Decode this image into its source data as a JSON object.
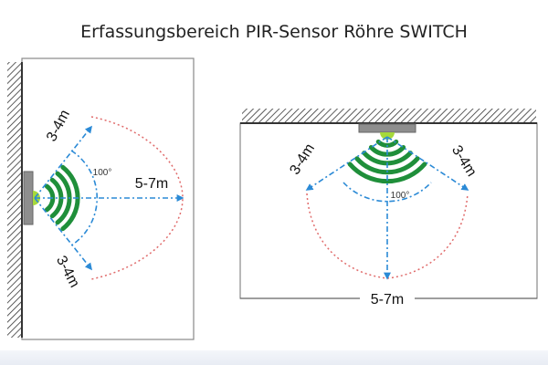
{
  "title": "Erfassungsbereich PIR-Sensor Röhre SWITCH",
  "left_diagram": {
    "radius_upper": "3-4m",
    "radius_lower": "3-4m",
    "range": "5-7m",
    "angle": "100°"
  },
  "right_diagram": {
    "radius_left": "3-4m",
    "radius_right": "3-4m",
    "range": "5-7m",
    "angle": "100°"
  },
  "colors": {
    "dimension_line": "#2b8ad6",
    "detection_waves": "#1f8f3a",
    "sensor_dot": "#a6d93a",
    "sensor_body": "#8e8e8e",
    "coverage_outline": "#e06a6a",
    "frame": "#888888"
  }
}
